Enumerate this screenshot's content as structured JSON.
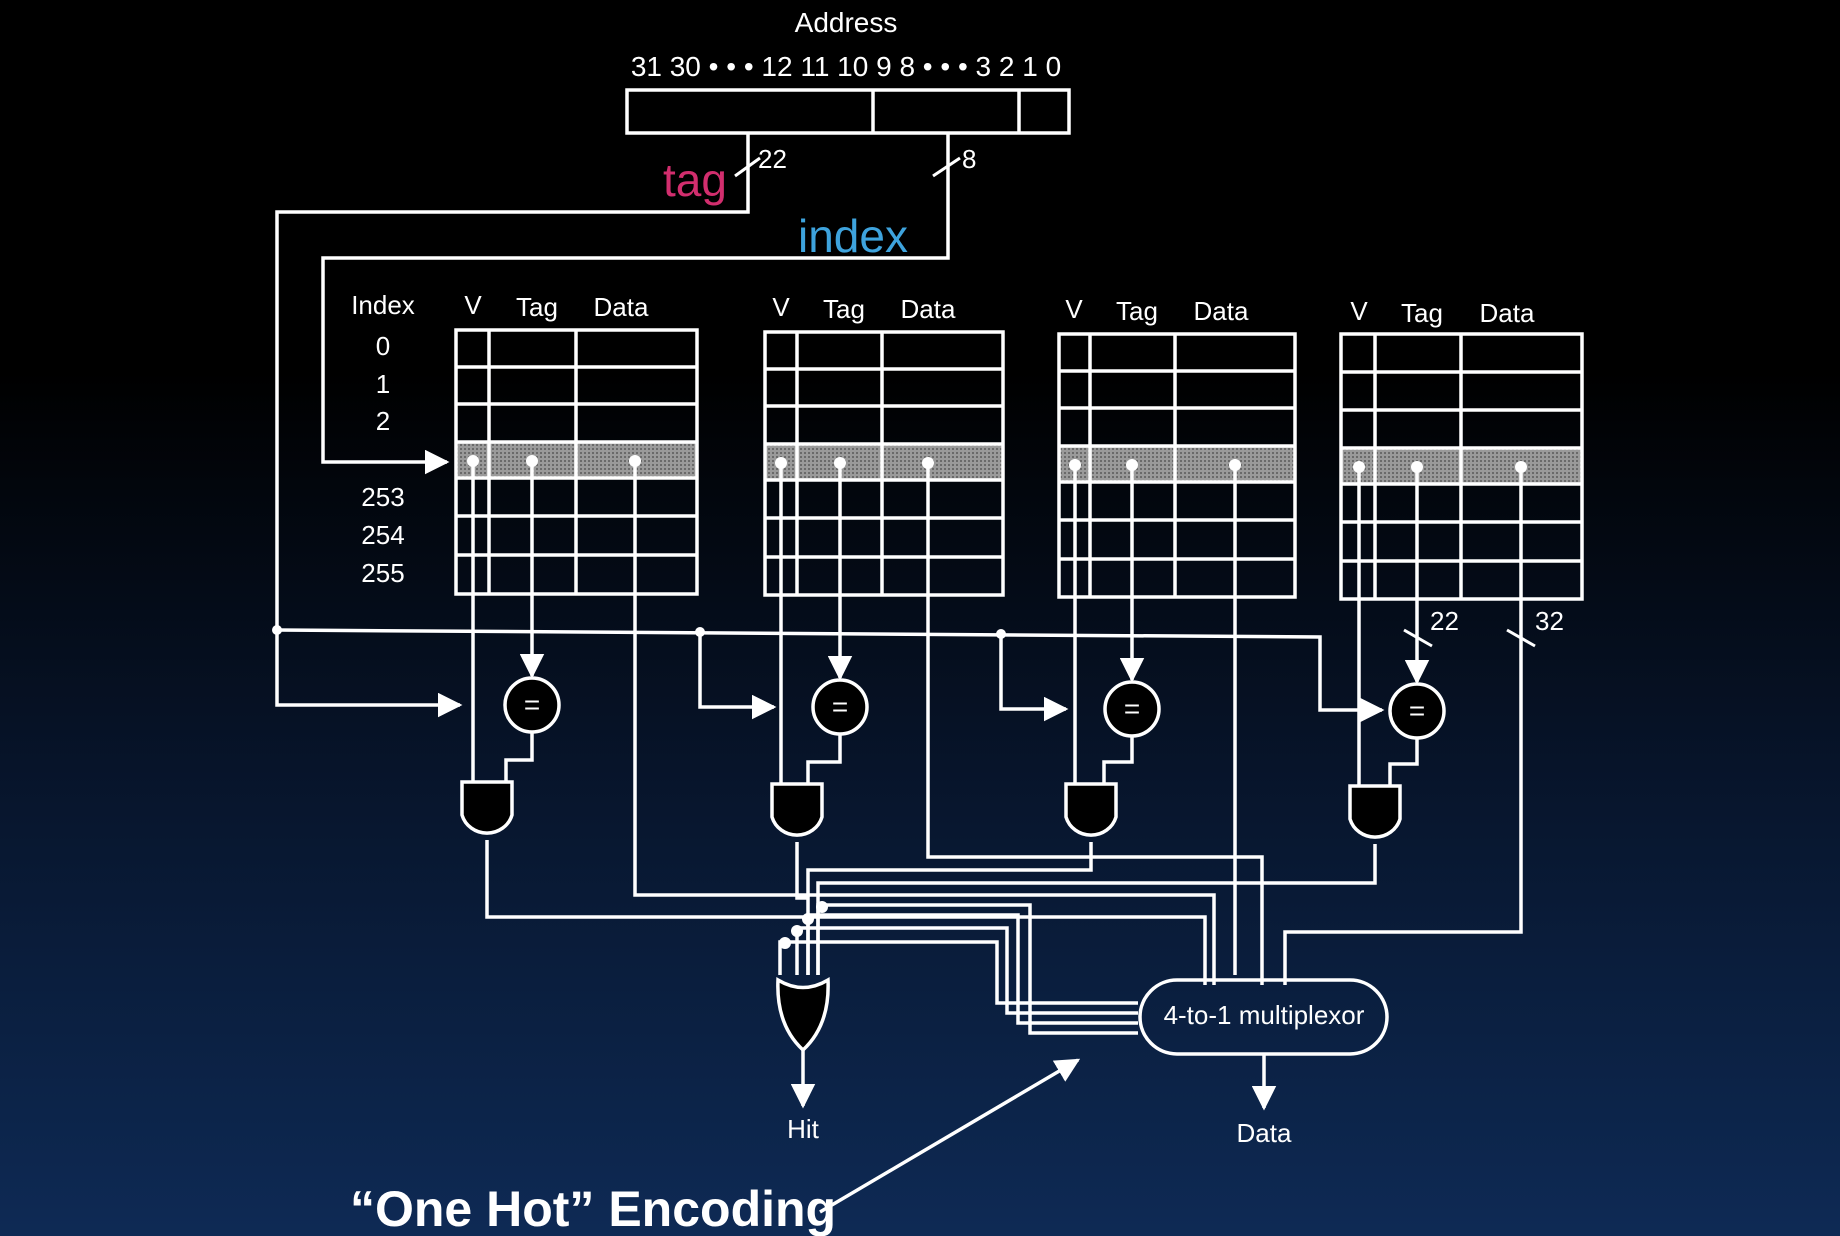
{
  "address": {
    "label": "Address",
    "bits_label": "31 30 • • • 12 11 10 9 8 • • • 3 2 1 0",
    "tag_width": "22",
    "index_width": "8"
  },
  "annotations": {
    "tag": "tag",
    "index": "index",
    "one_hot": "“One Hot” Encoding"
  },
  "table": {
    "index_header": "Index",
    "col_v": "V",
    "col_tag": "Tag",
    "col_data": "Data",
    "rows": [
      "0",
      "1",
      "2",
      "253",
      "254",
      "255"
    ]
  },
  "widths": {
    "tag_out": "22",
    "data_out": "32"
  },
  "comparator_symbol": "=",
  "mux_label": "4-to-1 multiplexor",
  "outputs": {
    "hit": "Hit",
    "data": "Data"
  }
}
